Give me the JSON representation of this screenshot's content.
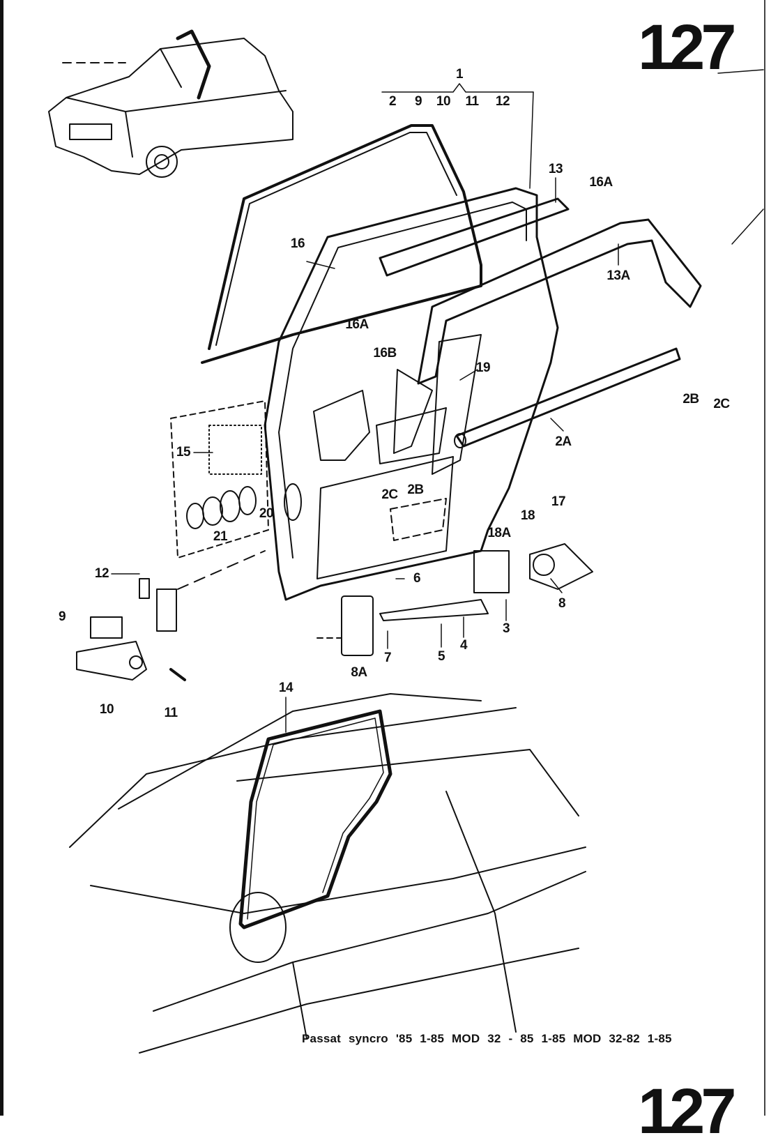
{
  "page_number": "127",
  "footer": {
    "models": "Passat syncro '85   1-85   MOD 32 - 85   1-85   MOD 32-82  1-85"
  },
  "callouts": {
    "group_1": "1",
    "group_1_members": [
      "2",
      "9",
      "10",
      "11",
      "12"
    ],
    "parts": [
      "13",
      "16A",
      "16",
      "13A",
      "16A",
      "16B",
      "19",
      "2B",
      "2C",
      "2A",
      "15",
      "2C",
      "2B",
      "17",
      "18",
      "20",
      "18A",
      "21",
      "12",
      "6",
      "8",
      "9",
      "3",
      "4",
      "5",
      "7",
      "8A",
      "10",
      "11",
      "14"
    ]
  }
}
